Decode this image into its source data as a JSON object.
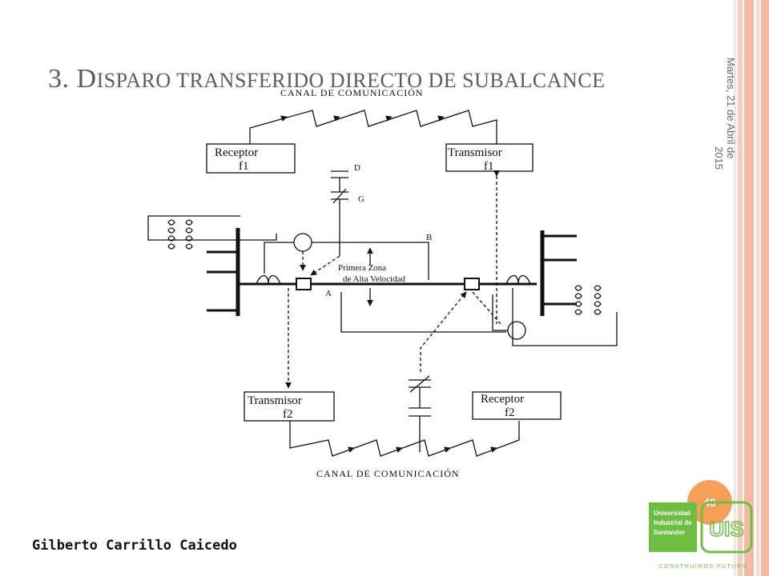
{
  "slide": {
    "title_prefix": "3. D",
    "title_rest": "ISPARO TRANSFERIDO DIRECTO DE SUBALCANCE",
    "date_line1": "Martes, 21 de Abril de",
    "date_line2": "2015",
    "author": "Gilberto Carrillo Caicedo",
    "page_number": "49"
  },
  "logo": {
    "line1": "Universidad",
    "line2": "Industrial de",
    "line3": "Santander",
    "tagline": "CONSTRUIMOS FUTURO",
    "monogram": "UIS"
  },
  "diagram": {
    "canal_top": "CANAL DE COMUNICACIÓN",
    "canal_bottom": "CANAL DE COMUNICACIÓN",
    "receptor_f1_l1": "Receptor",
    "receptor_f1_l2": "f1",
    "transmisor_f1_l1": "Transmisor",
    "transmisor_f1_l2": "f1",
    "transmisor_f2_l1": "Transmisor",
    "transmisor_f2_l2": "f2",
    "receptor_f2_l1": "Receptor",
    "receptor_f2_l2": "f2",
    "label_d": "D",
    "label_g": "G",
    "label_b": "B",
    "label_a": "A",
    "zone_l1": "Primera Zona",
    "zone_l2": "de Alta Velocidad"
  },
  "colors": {
    "stripe_light": "#f9d6c8",
    "stripe_mid": "#f4b8a3",
    "accent": "#f5a05a",
    "logo_green": "#6fbe44"
  }
}
